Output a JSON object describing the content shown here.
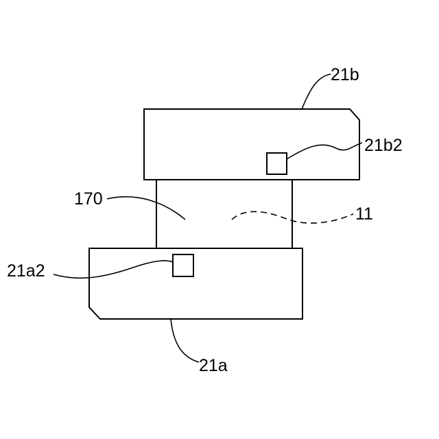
{
  "labels": {
    "upper_member": "21b",
    "upper_pad": "21b2",
    "connector": "170",
    "region": "11",
    "lower_pad": "21a2",
    "lower_member": "21a"
  }
}
